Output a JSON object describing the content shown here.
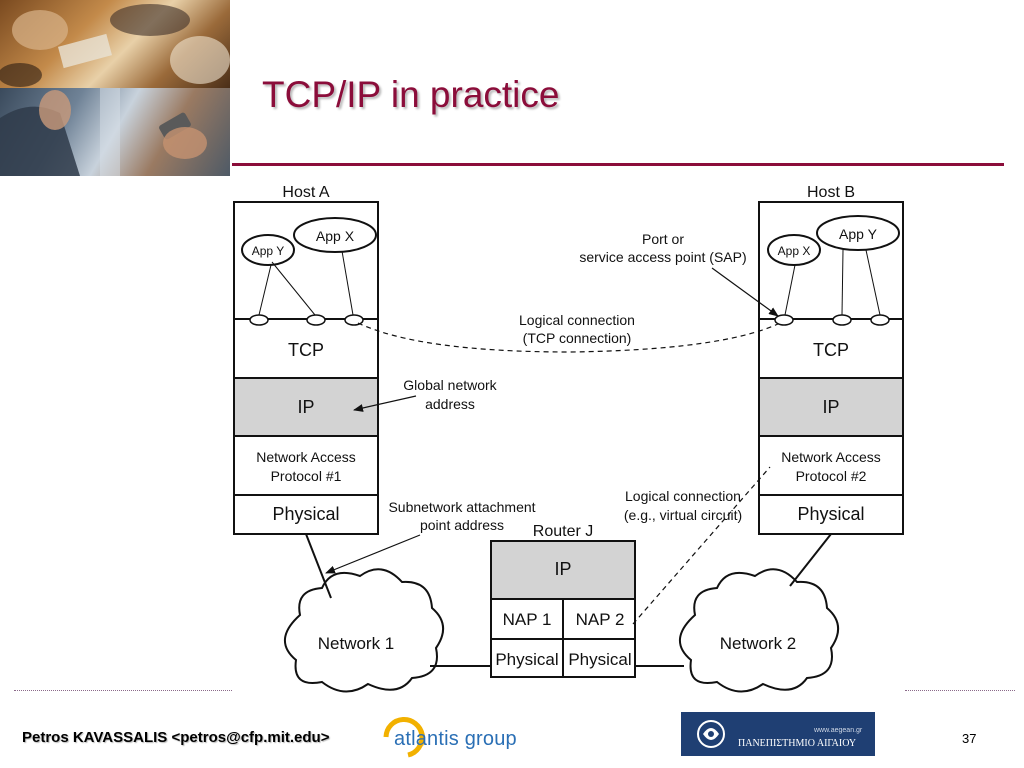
{
  "title": "TCP/IP in practice",
  "footer": {
    "author": "Petros KAVASSALIS <petros@cfp.mit.edu>",
    "logo_atlantis": "atlantis group",
    "logo_aegean_small": "www.aegean.gr",
    "logo_aegean_name": "ΠΑΝΕΠΙΣΤΗΜΙΟ ΑΙΓΑΙΟΥ",
    "page_number": "37"
  },
  "diagram": {
    "host_a": {
      "label": "Host A",
      "app_left": "App Y",
      "app_right": "App X",
      "tcp": "TCP",
      "ip": "IP",
      "nap_line1": "Network Access",
      "nap_line2": "Protocol #1",
      "physical": "Physical"
    },
    "host_b": {
      "label": "Host B",
      "app_left": "App X",
      "app_right": "App Y",
      "tcp": "TCP",
      "ip": "IP",
      "nap_line1": "Network Access",
      "nap_line2": "Protocol #2",
      "physical": "Physical"
    },
    "router": {
      "label": "Router J",
      "ip": "IP",
      "nap1": "NAP 1",
      "nap2": "NAP 2",
      "physical1": "Physical",
      "physical2": "Physical"
    },
    "network1": "Network 1",
    "network2": "Network 2",
    "annotations": {
      "sap_line1": "Port or",
      "sap_line2": "service access point (SAP)",
      "logical_tcp_line1": "Logical connection",
      "logical_tcp_line2": "(TCP connection)",
      "global_addr_line1": "Global network",
      "global_addr_line2": "address",
      "subnet_line1": "Subnetwork attachment",
      "subnet_line2": "point address",
      "logical_vc_line1": "Logical connection",
      "logical_vc_line2": "(e.g., virtual circuit)"
    }
  }
}
